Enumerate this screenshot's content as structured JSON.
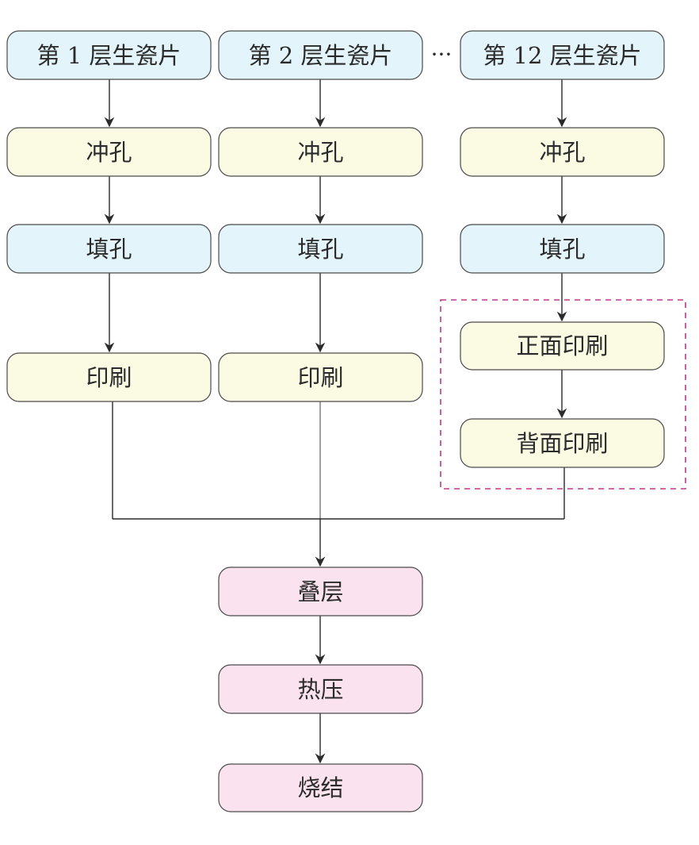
{
  "colors": {
    "blue_fill": "#e3f4fb",
    "yellow_fill": "#fbfbe3",
    "pink_fill": "#fbe2ef",
    "border": "#4a4a4a",
    "dashed_frame": "#c0388a",
    "line": "#2b2b2b"
  },
  "columns": [
    {
      "sheet": "第 1 层生瓷片",
      "punch": "冲孔",
      "fill": "填孔",
      "print": "印刷"
    },
    {
      "sheet": "第 2 层生瓷片",
      "punch": "冲孔",
      "fill": "填孔",
      "print": "印刷"
    },
    {
      "sheet": "第 12 层生瓷片",
      "punch": "冲孔",
      "fill": "填孔",
      "front_print": "正面印刷",
      "back_print": "背面印刷"
    }
  ],
  "ellipsis": "···",
  "merge_steps": {
    "stack": "叠层",
    "press": "热压",
    "sinter": "烧结"
  }
}
